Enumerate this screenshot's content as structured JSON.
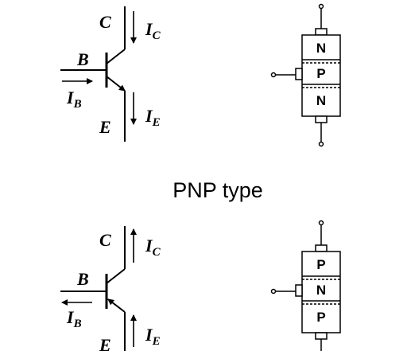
{
  "caption": "PNP type",
  "npn_symbol": {
    "collector_label": "C",
    "base_label": "B",
    "emitter_label": "E",
    "collector_current": {
      "letter": "I",
      "sub": "C"
    },
    "base_current": {
      "letter": "I",
      "sub": "B"
    },
    "emitter_current": {
      "letter": "I",
      "sub": "E"
    }
  },
  "pnp_symbol": {
    "collector_label": "C",
    "base_label": "B",
    "emitter_label": "E",
    "collector_current": {
      "letter": "I",
      "sub": "C"
    },
    "base_current": {
      "letter": "I",
      "sub": "B"
    },
    "emitter_current": {
      "letter": "I",
      "sub": "E"
    }
  },
  "npn_layers": [
    "N",
    "P",
    "N"
  ],
  "pnp_layers": [
    "P",
    "N",
    "P"
  ]
}
